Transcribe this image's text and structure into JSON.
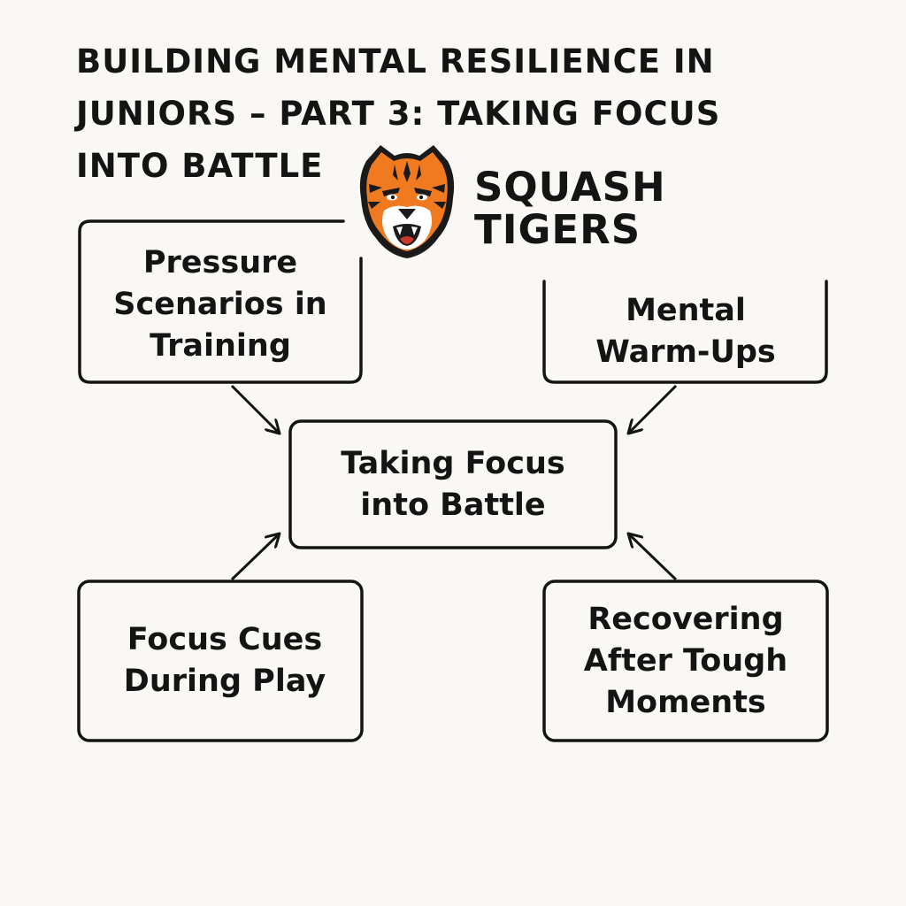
{
  "header": {
    "title": "BUILDING MENTAL RESILIENCE IN JUNIORS – PART 3: TAKING FOCUS INTO BATTLE"
  },
  "brand": {
    "name_line1": "SQUASH",
    "name_line2": "TIGERS",
    "logo_icon": "tiger-head-icon",
    "colors": {
      "orange": "#f07a1f",
      "dark": "#1a1a1a"
    }
  },
  "diagram": {
    "center": {
      "label": "Taking Focus\ninto Battle"
    },
    "nodes": [
      {
        "id": "pressure",
        "label": "Pressure\nScenarios in\nTraining"
      },
      {
        "id": "warmups",
        "label": "Mental\nWarm-Ups"
      },
      {
        "id": "cues",
        "label": "Focus Cues\nDuring Play"
      },
      {
        "id": "recover",
        "label": "Recovering\nAfter Tough\nMoments"
      }
    ],
    "line_color": "#141414",
    "background": "#faf8f4"
  }
}
